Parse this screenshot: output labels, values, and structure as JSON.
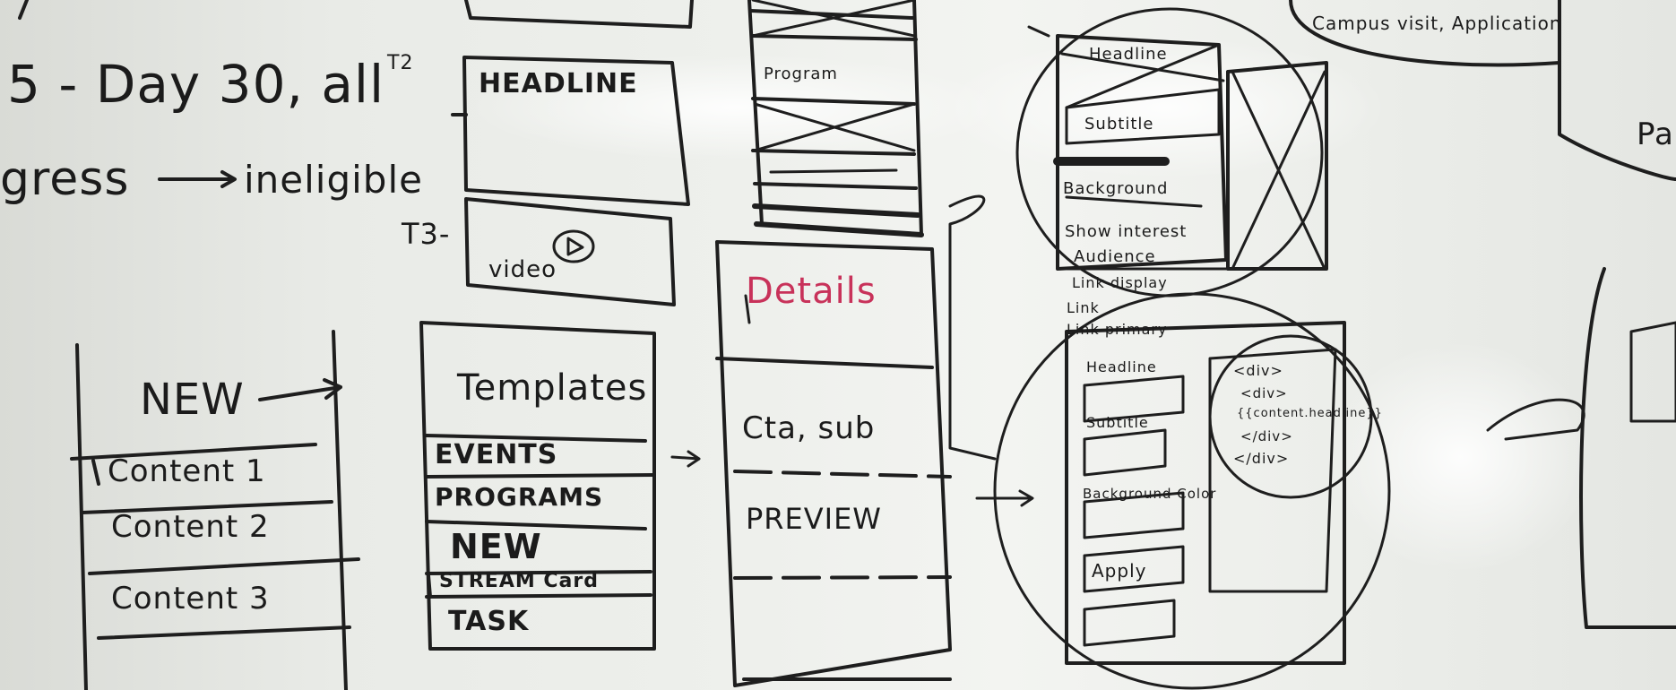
{
  "top_left_note": {
    "line1": "5 - Day 30, all",
    "superscript": "T2",
    "line2": "gress",
    "line2b": "ineligible"
  },
  "side_labels": {
    "t3": "T3-"
  },
  "boxes": {
    "headline": "HEADLINE",
    "video": "video"
  },
  "list_new": {
    "title": "NEW",
    "items": [
      "Content 1",
      "Content 2",
      "Content 3"
    ]
  },
  "list_templates": {
    "title": "Templates",
    "items": [
      "EVENTS",
      "PROGRAMS",
      "NEW",
      "STREAM Card",
      "TASK"
    ]
  },
  "column_middle": {
    "program": "Program",
    "details": "Details",
    "cta": "Cta, sub",
    "preview": "PREVIEW"
  },
  "form_top": {
    "headline": "Headline",
    "subtitle": "Subtitle",
    "background": "Background",
    "show_interest": "Show interest",
    "audience": "Audience",
    "link_display": "Link display",
    "link": "Link",
    "link_primary": "Link primary"
  },
  "form_bottom": {
    "headline": "Headline",
    "subtitle": "Subtitle",
    "background_color": "Background Color",
    "apply": "Apply"
  },
  "code_block": {
    "lines": [
      "<div>",
      "<div>",
      "{{content.headline}}",
      "</div>",
      "</div>"
    ]
  },
  "top_right": {
    "campus_text": "Campus visit, Application",
    "right_text": "Pa"
  },
  "colors": {
    "ink": "#1e1e1e",
    "red_marker": "#c8325a",
    "board": "#eef0ec"
  }
}
